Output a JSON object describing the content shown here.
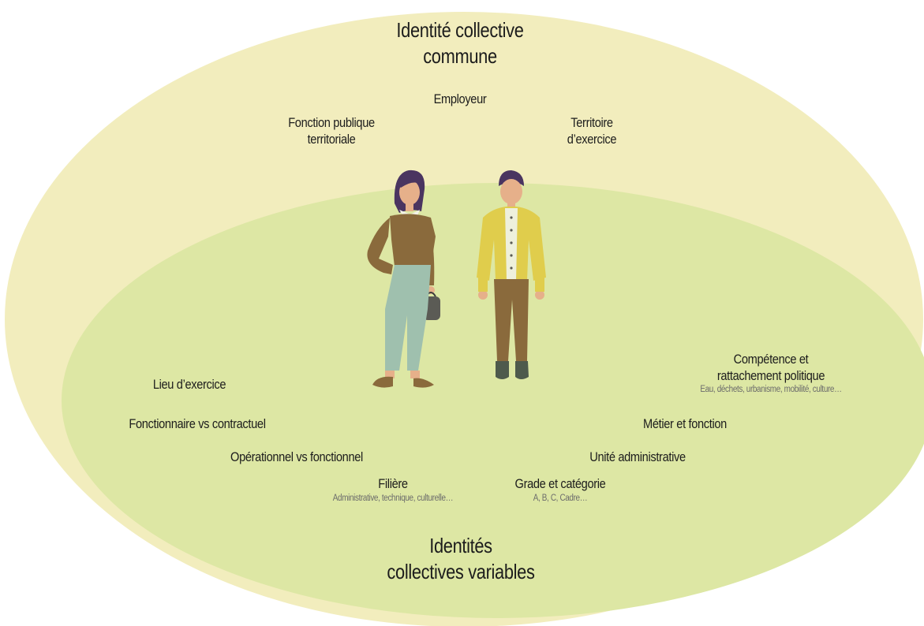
{
  "outer": {
    "title": "Identité collective\ncommune",
    "items": {
      "employer": "Employeur",
      "fpt": "Fonction publique\nterritoriale",
      "territory": "Territoire\nd’exercice"
    }
  },
  "inner": {
    "title": "Identités\ncollectives variables",
    "items": {
      "workplace": "Lieu d’exercice",
      "status": "Fonctionnaire vs contractuel",
      "operational": "Opérationnel vs fonctionnel",
      "sector": "Filière",
      "sector_sub": "Administrative, technique, culturelle…",
      "grade": "Grade et catégorie",
      "grade_sub": "A, B, C, Cadre…",
      "unit": "Unité administrative",
      "job": "Métier et fonction",
      "competence": "Compétence et\nrattachement politique",
      "competence_sub": "Eau, déchets, urbanisme, mobilité, culture…"
    }
  },
  "colors": {
    "outer_ellipse": "#f2edbd",
    "inner_ellipse": "#dde7a4",
    "woman_top": "#8a6a3c",
    "woman_pants": "#9fc0ae",
    "man_jacket": "#e0cd4c",
    "man_pants": "#8a6a3c",
    "hair": "#4a3560",
    "skin": "#e6b08a"
  }
}
